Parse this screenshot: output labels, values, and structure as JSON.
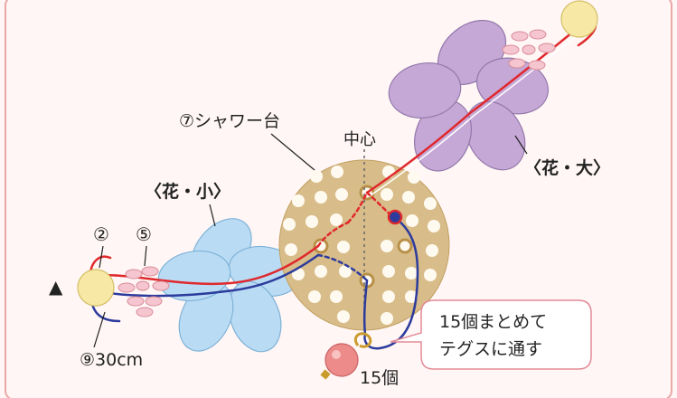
{
  "labels": {
    "shower_base": "⑦シャワー台",
    "center": "中心",
    "flower_small": "〈花・小〉",
    "flower_large": "〈花・大〉",
    "part_2": "②",
    "part_5": "⑤",
    "wire": "⑨30cm",
    "count": "15個",
    "marker": "▲",
    "callout_line1": "15個まとめて",
    "callout_line2": "テグスに通す"
  },
  "colors": {
    "background": "#fff6f5",
    "frame": "#e9a7a6",
    "base_fill": "#d8bd8a",
    "hole_fill": "#fffaf0",
    "hole_ring": "#b89048",
    "flower_small": "#b9dcf4",
    "flower_small_edge": "#7fb2d8",
    "flower_large": "#c5a8d6",
    "flower_large_edge": "#9277aa",
    "bead_pink": "#f5c6cf",
    "bead_yellow": "#f7e9a5",
    "bead_red": "#ec8b8a",
    "thread_red": "#e0282c",
    "thread_blue": "#2c3b9c"
  }
}
